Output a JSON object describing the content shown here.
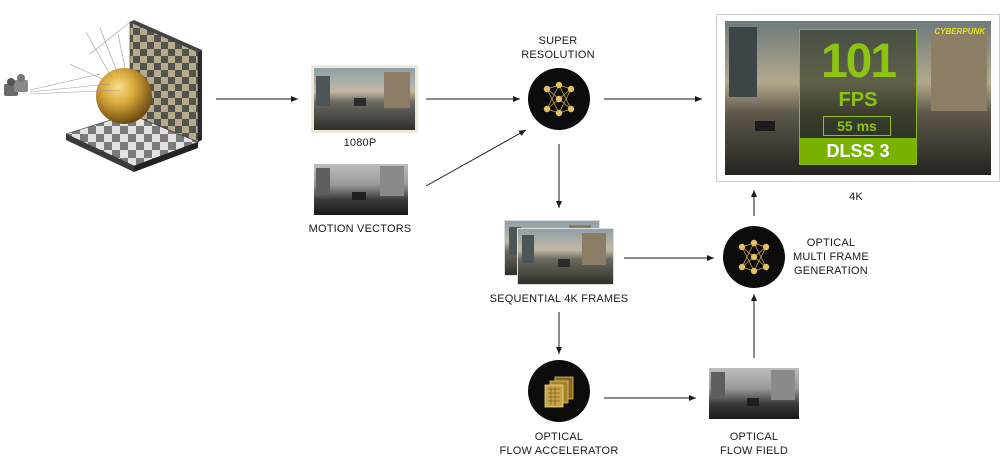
{
  "labels": {
    "input_1080p": "1080P",
    "motion_vectors": "MOTION VECTORS",
    "super_resolution_line1": "SUPER",
    "super_resolution_line2": "RESOLUTION",
    "sequential_frames": "SEQUENTIAL 4K FRAMES",
    "optical_flow_accel_line1": "OPTICAL",
    "optical_flow_accel_line2": "FLOW ACCELERATOR",
    "optical_flow_field_line1": "OPTICAL",
    "optical_flow_field_line2": "FLOW FIELD",
    "frame_gen_line1": "OPTICAL",
    "frame_gen_line2": "MULTI FRAME",
    "frame_gen_line3": "GENERATION",
    "output_4k": "4K"
  },
  "hud": {
    "fps_value": "101",
    "fps_unit": "FPS",
    "latency": "55 ms",
    "mode": "DLSS 3",
    "game_logo": "CYBERPUNK"
  },
  "colors": {
    "accent_green": "#79b300",
    "hud_text_green": "#8cc414",
    "node_black": "#0c0c0c",
    "node_gold": "#c9a54a"
  },
  "icons": {
    "neural_network": "neural-network-icon",
    "chip_stack": "chip-stack-icon"
  }
}
